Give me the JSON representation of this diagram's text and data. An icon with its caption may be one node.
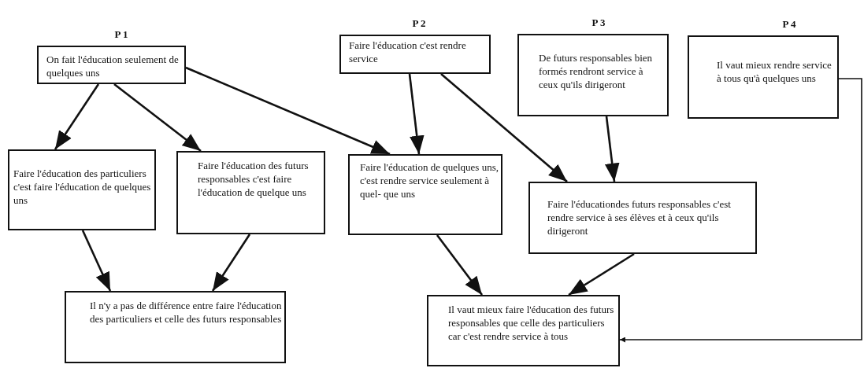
{
  "diagram": {
    "nodes": [
      {
        "text": [
          "P 1",
          "On fait l'éducation seulement de quelques uns"
        ]
      },
      {
        "text": [
          "P 2",
          "Faire l'éducation c'est rendre service"
        ]
      },
      {
        "text": [
          "P 3",
          "De futurs responsables bien formés rendront service à ceux qu'ils dirigeront"
        ]
      },
      {
        "text": [
          "P 4",
          "Il vaut mieux rendre service à tous qu'à quelques uns"
        ]
      },
      {
        "text": [
          "Faire l'éducation des particuliers c'est faire l'éducation de quelques uns"
        ]
      },
      {
        "text": [
          "Faire l'éducation des futurs responsables c'est faire l'éducation de quelque  uns"
        ]
      },
      {
        "text": [
          "Faire l'éducation de quelques uns, c'est rendre service seulement à quel- que uns"
        ]
      },
      {
        "text": [
          "Faire l'éducationdes futurs responsables c'est rendre service à ses élèves et à ceux qu'ils dirigeront"
        ]
      },
      {
        "text": [
          "Il n'y a pas de différence entre faire l'éducation des particuliers et celle des futurs responsables"
        ]
      },
      {
        "text": [
          "Il vaut mieux faire l'éducation des futurs responsables que celle des particuliers car c'est rendre service à tous"
        ]
      }
    ],
    "edges": [
      {
        "from": 0,
        "to": 4,
        "arrow": "to"
      },
      {
        "from": 0,
        "to": 5,
        "arrow": "to"
      },
      {
        "from": 0,
        "to": 6,
        "arrow": "to"
      },
      {
        "from": 1,
        "to": 6,
        "arrow": "to"
      },
      {
        "from": 1,
        "to": 7,
        "arrow": "to"
      },
      {
        "from": 2,
        "to": 7,
        "arrow": "to"
      },
      {
        "from": 4,
        "to": 8,
        "arrow": "to"
      },
      {
        "from": 5,
        "to": 8,
        "arrow": "to"
      },
      {
        "from": 6,
        "to": 9,
        "arrow": "to"
      },
      {
        "from": 7,
        "to": 9,
        "arrow": "to"
      },
      {
        "from": 3,
        "to": 9,
        "arrow": "to"
      }
    ]
  }
}
